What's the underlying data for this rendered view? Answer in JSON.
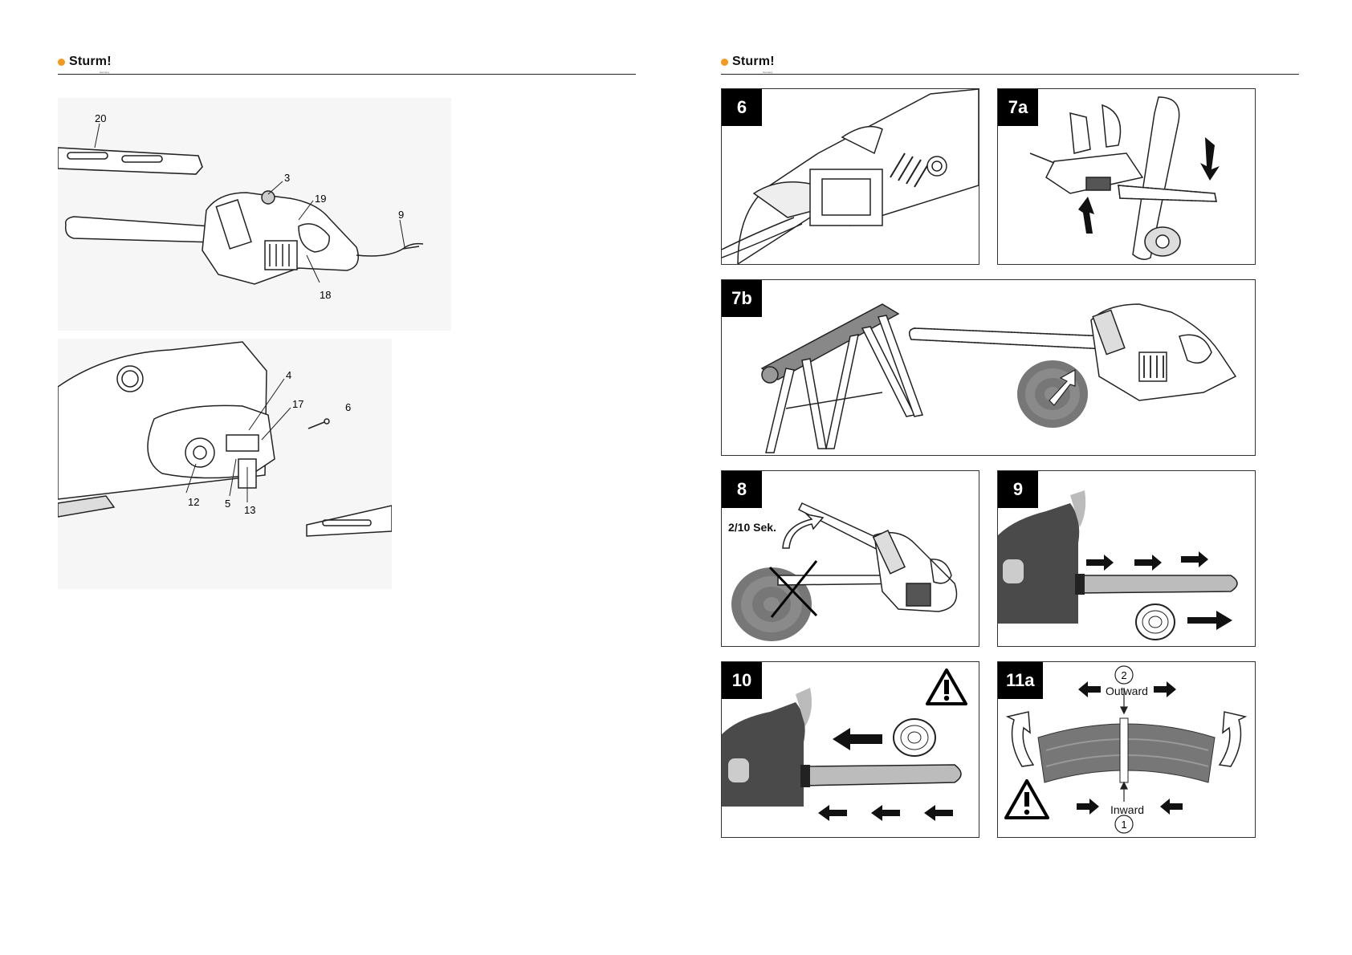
{
  "brand": {
    "name": "Sturm!",
    "sub": "Germany"
  },
  "colors": {
    "accent": "#f39a1e"
  },
  "left_callouts": {
    "top": [
      "20",
      "3",
      "19",
      "9",
      "18"
    ],
    "bottom": [
      "4",
      "17",
      "6",
      "12",
      "5",
      "13"
    ]
  },
  "panels": {
    "p6": {
      "label": "6"
    },
    "p7a": {
      "label": "7a"
    },
    "p7b": {
      "label": "7b"
    },
    "p8": {
      "label": "8",
      "note": "2/10 Sek."
    },
    "p9": {
      "label": "9"
    },
    "p10": {
      "label": "10"
    },
    "p11a": {
      "label": "11a",
      "outward": "Outward",
      "inward": "Inward",
      "n1": "1",
      "n2": "2"
    }
  },
  "icons": [
    "warning-icon",
    "arrow-icon"
  ]
}
